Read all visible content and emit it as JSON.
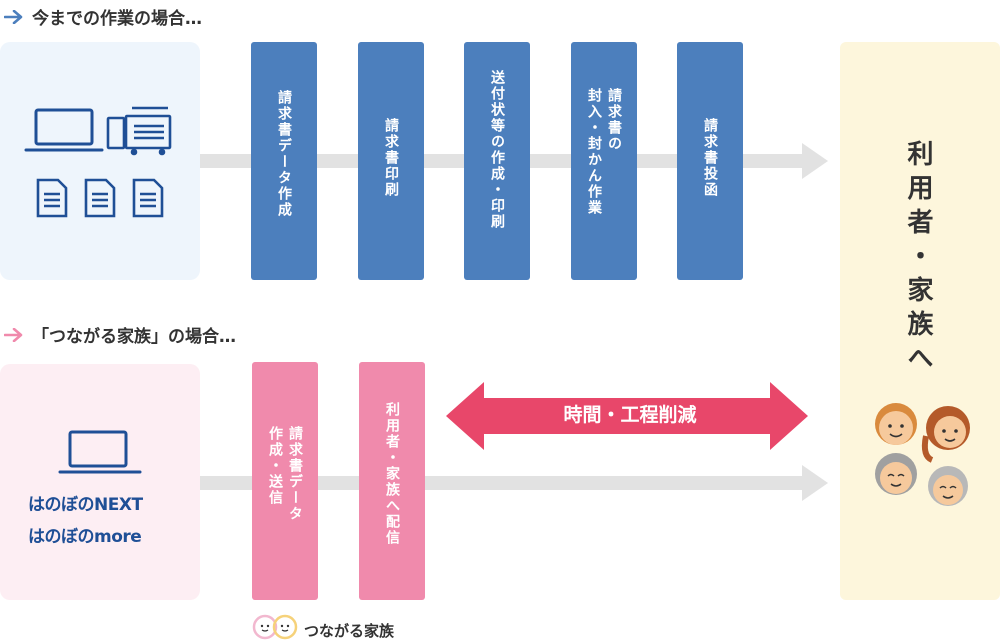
{
  "current_flow": {
    "heading": "今までの作業の場合…",
    "steps": [
      "請求書データ作成",
      "請求書印刷",
      "送付状等の作成・印刷",
      "請求書の\n封入・封かん作業",
      "請求書投函"
    ]
  },
  "new_flow": {
    "heading": "「つながる家族」の場合…",
    "brand_lines": [
      "はのぼのNEXT",
      "はのぼのmore"
    ],
    "steps": [
      "請求書データ\n作成・送信",
      "利用者・家族へ配信"
    ],
    "reduction_label": "時間・工程削減"
  },
  "destination": {
    "label": "利用者・家族へ"
  },
  "footer": {
    "logo_label": "つながる家族"
  },
  "colors": {
    "blue_step": "#4c7fbd",
    "pink_step": "#f08aac",
    "reduction_arrow": "#e8476a",
    "destination_bg": "#fdf6dc"
  }
}
